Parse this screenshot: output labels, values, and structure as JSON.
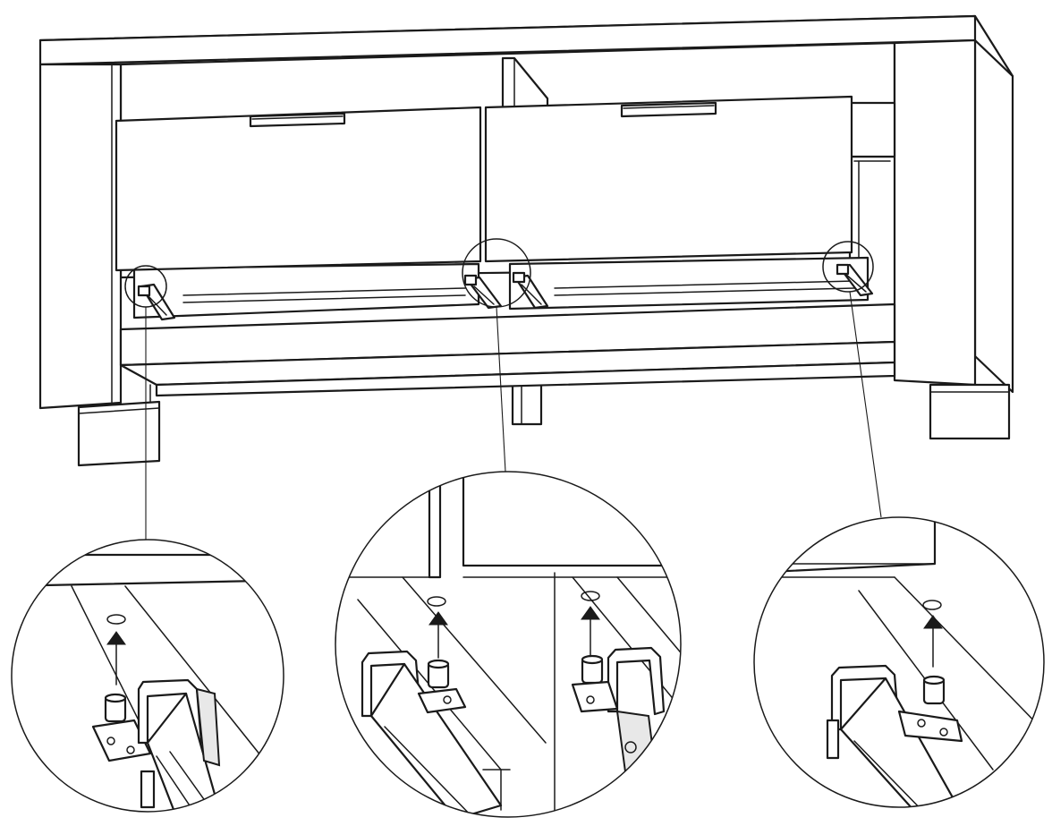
{
  "figure": {
    "subject": "drawer-rail-pin-insertion",
    "colors": {
      "line": "#1a1a1a",
      "background": "#ffffff",
      "shade": "#e8e8e8"
    },
    "icons": [
      "arrow-up-icon",
      "magnifier-circle-icon"
    ],
    "callouts": [
      {
        "id": "left-rail-detail",
        "pin_count": 1,
        "arrow_direction": "up"
      },
      {
        "id": "center-rails-detail",
        "pin_count": 2,
        "arrow_direction": "up"
      },
      {
        "id": "right-rail-detail",
        "pin_count": 1,
        "arrow_direction": "up"
      }
    ]
  }
}
